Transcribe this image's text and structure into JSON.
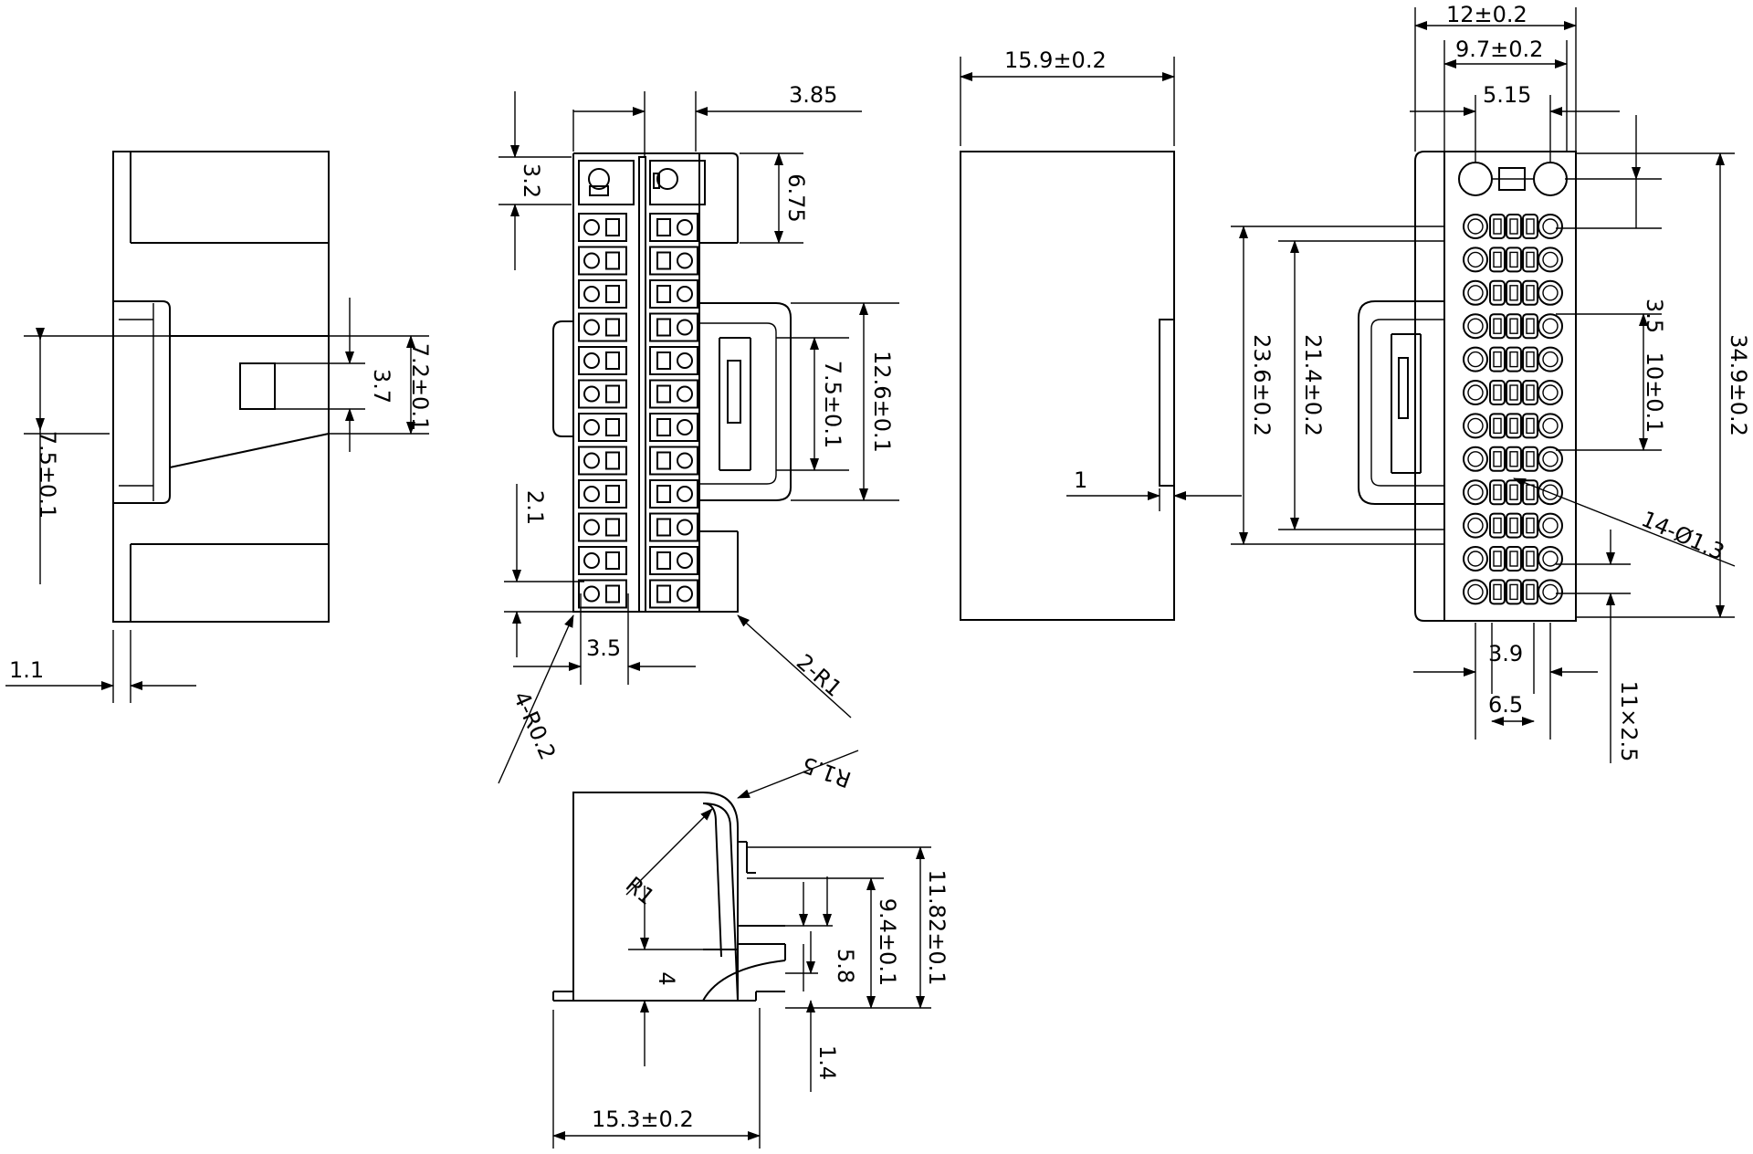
{
  "colors": {
    "line": "#000000",
    "background": "#ffffff"
  },
  "dims": {
    "d_1_1": "1.1",
    "d_7_5_left": "7.5±0.1",
    "d_3_7": "3.7",
    "d_7_2": "7.2±0.1",
    "d_3_85": "3.85",
    "d_3_2": "3.2",
    "d_6_75": "6.75",
    "d_7_5_mid": "7.5±0.1",
    "d_12_6": "12.6±0.1",
    "d_2_1": "2.1",
    "d_3_5": "3.5",
    "d_4_r02": "4-R0.2",
    "d_2_r1": "2-R1",
    "d_15_9": "15.9±0.2",
    "d_1": "1",
    "d_12": "12±0.2",
    "d_9_7": "9.7±0.2",
    "d_5_15": "5.15",
    "d_23_6": "23.6±0.2",
    "d_21_4": "21.4±0.2",
    "d_3_5_right": "3.5",
    "d_10_0": "10±0.1",
    "d_34_9": "34.9±0.2",
    "d_14_d13": "14-Ø1.3",
    "d_3_9": "3.9",
    "d_6_5": "6.5",
    "d_11x2_5": "11×2.5",
    "d_r1_5": "R1.5",
    "d_r1": "R1",
    "d_4": "4",
    "d_9_4": "9.4±0.1",
    "d_11_82": "11.82±0.1",
    "d_5_8": "5.8",
    "d_1_4": "1.4",
    "d_15_3": "15.3±0.2"
  }
}
